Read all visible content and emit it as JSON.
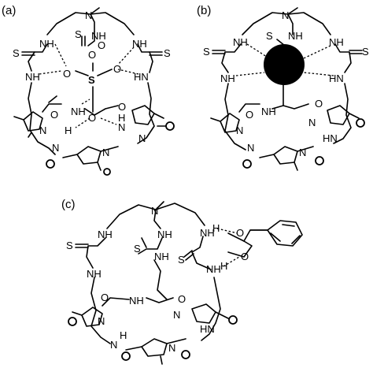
{
  "panels": {
    "a": {
      "label": "(a)",
      "atoms": {
        "N": "N",
        "NH": "NH",
        "HN": "HN",
        "S": "S",
        "O": "O",
        "H": "H",
        "NH2": "NH"
      },
      "top_sulfur": "S",
      "sulfate_S": "S"
    },
    "b": {
      "label": "(b)",
      "atoms": {
        "N": "N",
        "NH": "NH",
        "HN": "HN",
        "S": "S",
        "O": "O",
        "H": "H"
      }
    },
    "c": {
      "label": "(c)",
      "atoms": {
        "N": "N",
        "NH": "NH",
        "HN": "HN",
        "H": "H",
        "S": "S",
        "O": "O"
      }
    }
  },
  "colors": {
    "ink": "#000000",
    "background": "#ffffff",
    "anion": "#000000"
  }
}
